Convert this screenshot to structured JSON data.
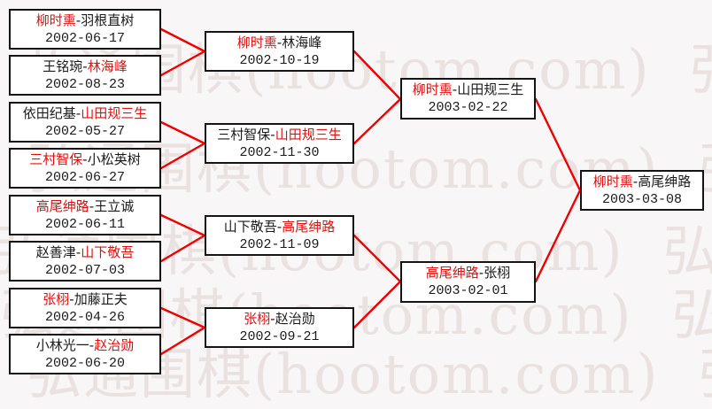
{
  "sep": "-",
  "watermark": {
    "text": "弘通围棋(hootom.com)"
  },
  "colors": {
    "connector_red": "#f00000",
    "winner_red": "#e01010",
    "text_black": "#1a1a1a",
    "box_border": "#141414",
    "background": "#f8f6f6"
  },
  "rounds": {
    "r16": [
      {
        "p1": "柳时熏",
        "p1_result": "winner",
        "p2": "羽根直树",
        "p2_result": "loser",
        "date": "2002-06-17"
      },
      {
        "p1": "王铭琬",
        "p1_result": "loser",
        "p2": "林海峰",
        "p2_result": "winner",
        "date": "2002-08-23"
      },
      {
        "p1": "依田纪基",
        "p1_result": "loser",
        "p2": "山田规三生",
        "p2_result": "winner",
        "date": "2002-05-27"
      },
      {
        "p1": "三村智保",
        "p1_result": "winner",
        "p2": "小松英树",
        "p2_result": "loser",
        "date": "2002-06-27"
      },
      {
        "p1": "高尾绅路",
        "p1_result": "winner",
        "p2": "王立诚",
        "p2_result": "loser",
        "date": "2002-06-11"
      },
      {
        "p1": "赵善津",
        "p1_result": "loser",
        "p2": "山下敬吾",
        "p2_result": "winner",
        "date": "2002-07-03"
      },
      {
        "p1": "张栩",
        "p1_result": "winner",
        "p2": "加藤正夫",
        "p2_result": "loser",
        "date": "2002-04-26"
      },
      {
        "p1": "小林光一",
        "p1_result": "loser",
        "p2": "赵治勋",
        "p2_result": "winner",
        "date": "2002-06-20"
      }
    ],
    "qf": [
      {
        "p1": "柳时熏",
        "p1_result": "winner",
        "p2": "林海峰",
        "p2_result": "loser",
        "date": "2002-10-19"
      },
      {
        "p1": "三村智保",
        "p1_result": "loser",
        "p2": "山田规三生",
        "p2_result": "winner",
        "date": "2002-11-30"
      },
      {
        "p1": "山下敬吾",
        "p1_result": "loser",
        "p2": "高尾绅路",
        "p2_result": "winner",
        "date": "2002-11-09"
      },
      {
        "p1": "张栩",
        "p1_result": "winner",
        "p2": "赵治勋",
        "p2_result": "loser",
        "date": "2002-09-21"
      }
    ],
    "sf": [
      {
        "p1": "柳时熏",
        "p1_result": "winner",
        "p2": "山田规三生",
        "p2_result": "loser",
        "date": "2003-02-22"
      },
      {
        "p1": "高尾绅路",
        "p1_result": "winner",
        "p2": "张栩",
        "p2_result": "loser",
        "date": "2003-02-01"
      }
    ],
    "final": [
      {
        "p1": "柳时熏",
        "p1_result": "winner",
        "p2": "高尾绅路",
        "p2_result": "loser",
        "date": "2003-03-08"
      }
    ]
  }
}
